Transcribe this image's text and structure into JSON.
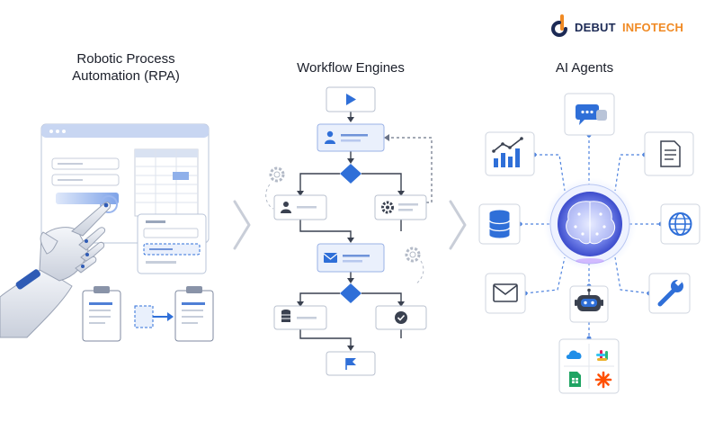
{
  "brand": {
    "name_part1": "DEBUT",
    "name_part2": "INFOTECH"
  },
  "sections": {
    "rpa": {
      "title_line1": "Robotic Process",
      "title_line2": "Automation (RPA)"
    },
    "workflow": {
      "title": "Workflow Engines"
    },
    "agents": {
      "title": "AI Agents"
    }
  },
  "colors": {
    "accent": "#2f6fd8",
    "brand_navy": "#1c2a55",
    "brand_orange": "#f08a24",
    "line": "#3a4150"
  },
  "icons": {
    "workflow": [
      "play-icon",
      "user-icon",
      "decision-diamond",
      "user-icon",
      "gear-icon",
      "mail-icon",
      "decision-diamond",
      "database-icon",
      "check-icon",
      "flag-icon"
    ],
    "agents": [
      "chat-icon",
      "chart-icon",
      "document-icon",
      "database-icon",
      "brain-icon",
      "globe-icon",
      "mail-icon",
      "robot-icon",
      "wrench-icon",
      "cloud-icon",
      "slack-icon",
      "sheets-icon",
      "zapier-icon"
    ]
  }
}
